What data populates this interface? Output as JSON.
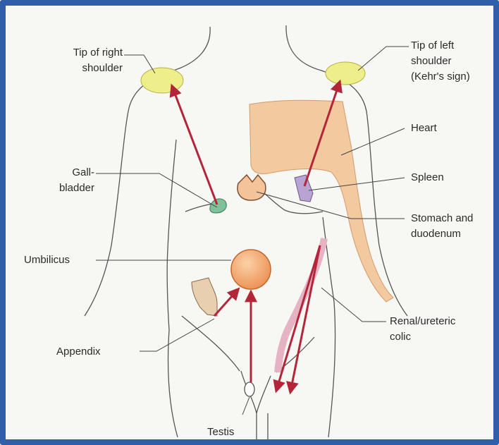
{
  "labels": {
    "tip_right_shoulder": [
      "Tip of right",
      "shoulder"
    ],
    "tip_left_shoulder": [
      "Tip of left",
      "shoulder",
      "(Kehr's sign)"
    ],
    "heart": "Heart",
    "gallbladder": [
      "Gall-",
      "bladder"
    ],
    "spleen": "Spleen",
    "stomach_duodenum": [
      "Stomach and",
      "duodenum"
    ],
    "umbilicus": "Umbilicus",
    "renal_ureteric_colic": [
      "Renal/ureteric",
      "colic"
    ],
    "appendix": "Appendix",
    "testis": "Testis"
  },
  "colors": {
    "frame": "#2f5fa8",
    "arrow": "#b3263a",
    "shoulder_area": "#eeee8a",
    "heart_organ": "#f3c9a0",
    "umbilicus_area": "#f0a469",
    "gallbladder_organ": "#7fc29a",
    "spleen_organ": "#b9a3d3"
  }
}
